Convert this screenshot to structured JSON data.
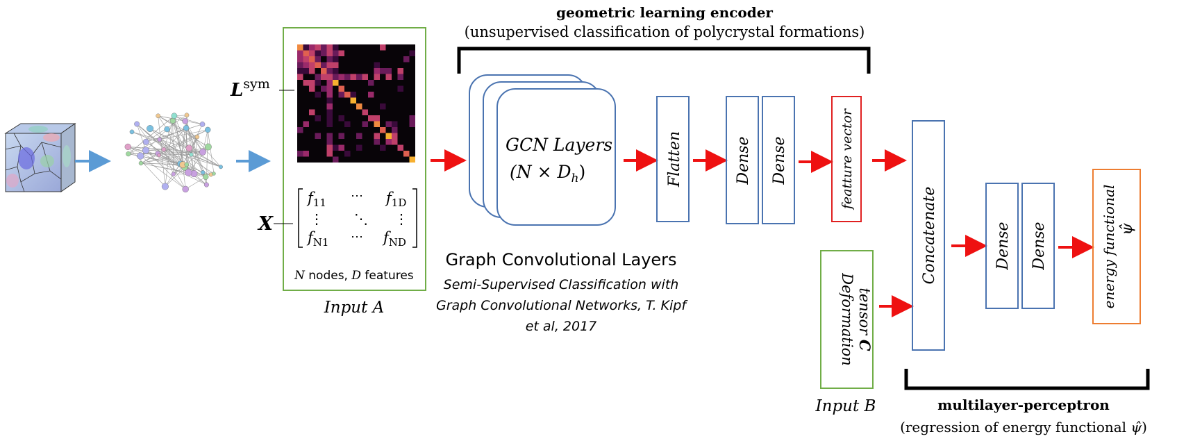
{
  "encoder": {
    "title": "geometric learning encoder",
    "subtitle": "(unsupervised classification of polycrystal formations)"
  },
  "input_a": {
    "laplacian_symbol": "L",
    "laplacian_superscript": "sym",
    "feature_symbol": "X",
    "matrix": {
      "r1c1": "f",
      "r1c1_sub": "11",
      "r1c2": "⋯",
      "r1c3": "f",
      "r1c3_sub": "1D",
      "r2c1": "⋮",
      "r2c2": "⋱",
      "r2c3": "⋮",
      "r3c1": "f",
      "r3c1_sub": "N1",
      "r3c2": "⋯",
      "r3c3": "f",
      "r3c3_sub": "ND"
    },
    "caption_n": "N",
    "caption_nodes": " nodes, ",
    "caption_d": "D",
    "caption_features": " features",
    "label": "Input A"
  },
  "gcn": {
    "label_line1": "GCN Layers",
    "label_line2_prefix": "(N × D",
    "label_line2_sub": "h",
    "label_line2_suffix": ")",
    "caption_title": "Graph Convolutional Layers",
    "citation_line1": "Semi-Supervised Classification with",
    "citation_line2": "Graph Convolutional Networks, T. Kipf",
    "citation_line3": "et al, 2017"
  },
  "blocks": {
    "flatten": "Flatten",
    "dense": "Dense",
    "feature_vector": "featture vector",
    "concatenate": "Concatenate",
    "energy_line1": "energy functional",
    "energy_symbol": "ψ̂",
    "deformation_line1": "Deformation",
    "deformation_line2_prefix": "tensor ",
    "deformation_line2_bold": "C"
  },
  "input_b": {
    "label": "Input B"
  },
  "mlp": {
    "title": "multilayer-perceptron",
    "subtitle_prefix": "(regression of energy functional ",
    "subtitle_symbol": "ψ̂",
    "subtitle_suffix": ")"
  },
  "colors": {
    "box_blue": "#4a73b0",
    "input_green": "#70ad47",
    "feature_red": "#e02020",
    "energy_orange": "#ed7d31",
    "arrow_red": "#ee1111",
    "arrow_blue": "#5b9bd5",
    "bracket": "#000000"
  }
}
